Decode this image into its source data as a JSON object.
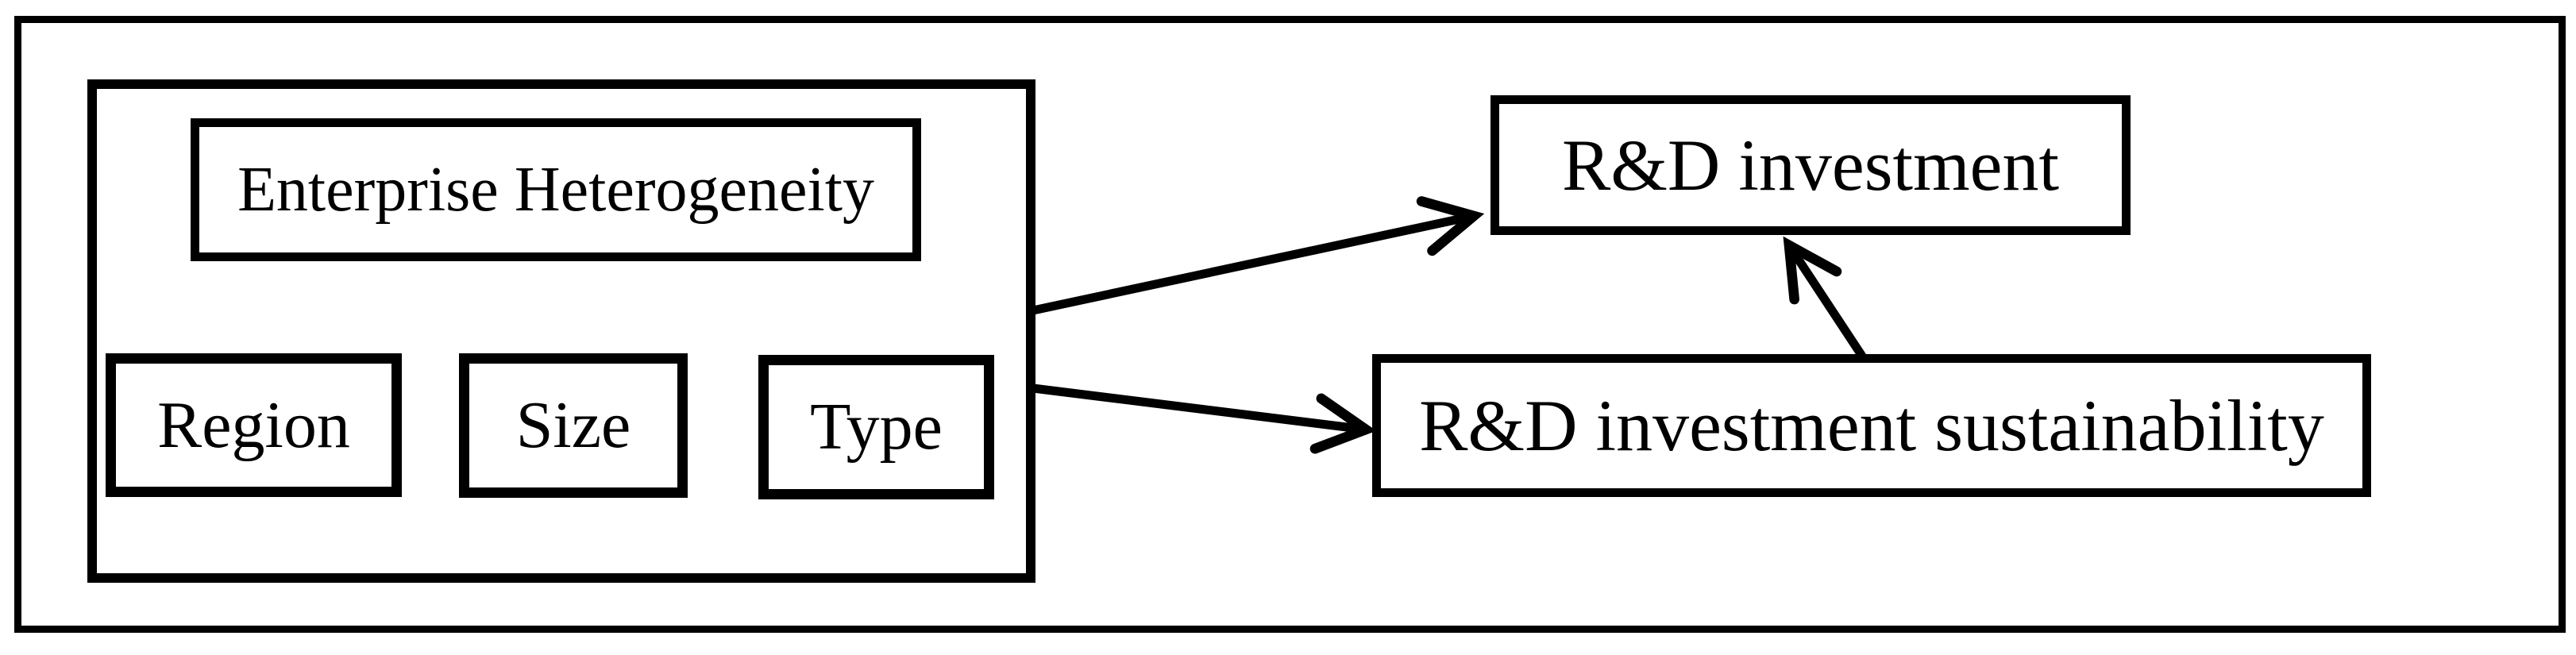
{
  "colors": {
    "line": "#000000",
    "background": "#ffffff",
    "text": "#000000"
  },
  "nodes": {
    "enterprise_heterogeneity": {
      "label": "Enterprise Heterogeneity"
    },
    "factors": [
      {
        "label": "Region"
      },
      {
        "label": "Size"
      },
      {
        "label": "Type"
      }
    ],
    "rd_investment": {
      "label": "R&D investment"
    },
    "rd_sustainability": {
      "label": "R&D investment sustainability"
    }
  },
  "edges": [
    {
      "from": "enterprise-heterogeneity-group",
      "to": "rd-investment-box",
      "style": "open-arrow"
    },
    {
      "from": "enterprise-heterogeneity-group",
      "to": "rd-investment-sustainability-box",
      "style": "open-arrow"
    },
    {
      "from": "rd-investment-sustainability-box",
      "to": "rd-investment-box",
      "style": "open-arrow"
    }
  ]
}
